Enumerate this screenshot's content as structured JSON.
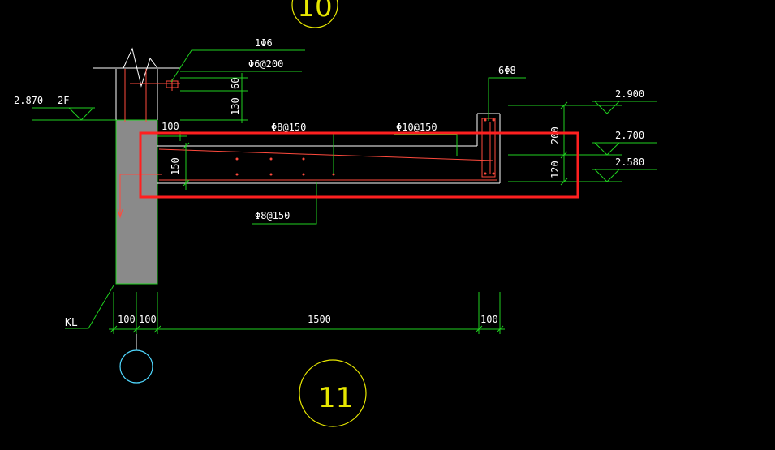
{
  "drawing": {
    "background": "#000000",
    "colors": {
      "dimension_line": "#1fd11f",
      "rebar": "#ff4a3d",
      "text": "#ffffff",
      "highlight_box": "#ff2020",
      "axis_circle_yellow": "#e6e600",
      "axis_circle_cyan": "#4fd8ff",
      "column_fill": "#8a8a8a"
    },
    "axis_labels": {
      "top": "10",
      "bottom": "11"
    },
    "elevations": {
      "floor": "2.870",
      "top": "2.900",
      "mid": "2.700",
      "bottom": "2.580"
    },
    "floor_label": "2F",
    "rebar_labels": {
      "top_bar": "1Φ6",
      "stirrup": "Φ6@200",
      "edge_beam": "6Φ8",
      "slab_top": "Φ8@150",
      "slab_top2": "Φ10@150",
      "slab_bottom": "Φ8@150"
    },
    "dimensions": {
      "d60": "60",
      "d130": "130",
      "d100_top": "100",
      "d150": "150",
      "d200": "200",
      "d120": "120",
      "d100_a": "100",
      "d100_b": "100",
      "d1500": "1500",
      "d100_c": "100"
    },
    "beam_label": "KL"
  }
}
